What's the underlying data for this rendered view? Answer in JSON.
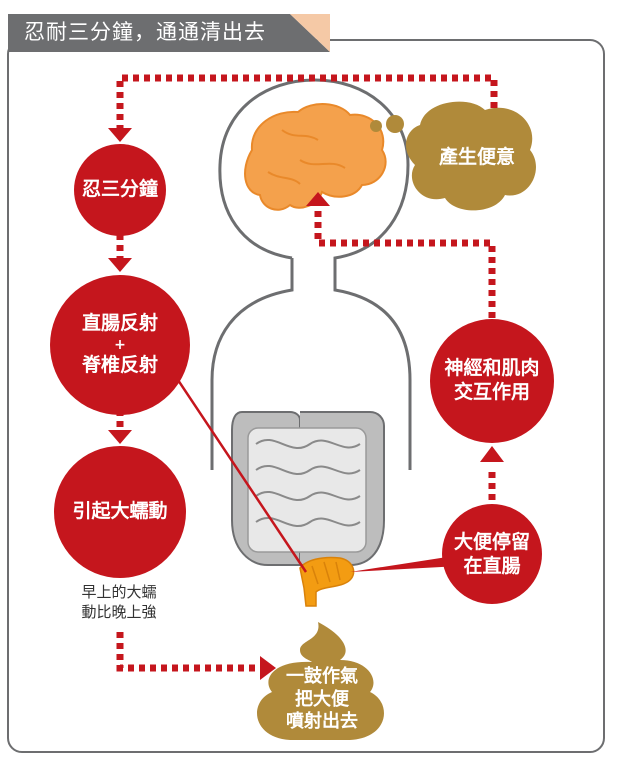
{
  "title": "忍耐三分鐘，通通清出去",
  "nodes": {
    "brain_signal": "產生便意",
    "hold": "忍三分鐘",
    "rectal_reflex": "直腸反射",
    "plus": "+",
    "spinal_reflex": "脊椎反射",
    "peristalsis": "引起大蠕動",
    "nerve_muscle_line1": "神經和肌肉",
    "nerve_muscle_line2": "交互作用",
    "stool_stays_line1": "大便停留",
    "stool_stays_line2": "在直腸",
    "expel_line1": "一鼓作氣",
    "expel_line2": "把大便",
    "expel_line3": "噴射出去"
  },
  "note": {
    "line1": "早上的大蠕",
    "line2": "動比晚上強"
  },
  "colors": {
    "red": "#c5161d",
    "dark_gray": "#6d6e70",
    "brain_orange": "#f4a14c",
    "poop_brown": "#b08a3a",
    "rectum_orange": "#f39c12",
    "intestine_gray": "#cfcfcf",
    "tab_corner": "#f5c9a6"
  }
}
